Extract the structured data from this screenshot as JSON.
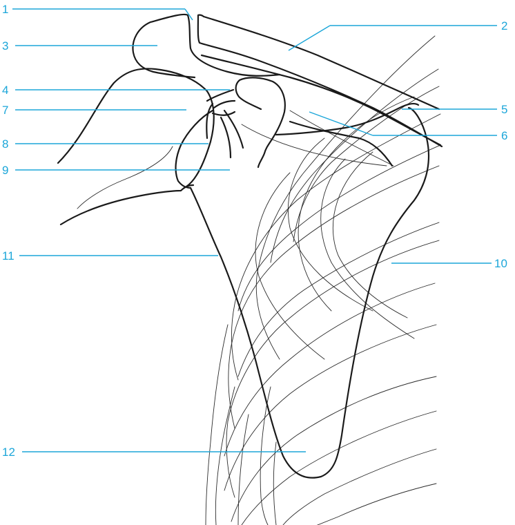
{
  "labels": {
    "l1": "1",
    "l2": "2",
    "l3": "3",
    "l4": "4",
    "l5": "5",
    "l6": "6",
    "l7": "7",
    "l8": "8",
    "l9": "9",
    "l10": "10",
    "l11": "11",
    "l12": "12"
  },
  "colors": {
    "label": "#1ba6d9",
    "outline": "#1a1a1a",
    "background": "#ffffff"
  }
}
